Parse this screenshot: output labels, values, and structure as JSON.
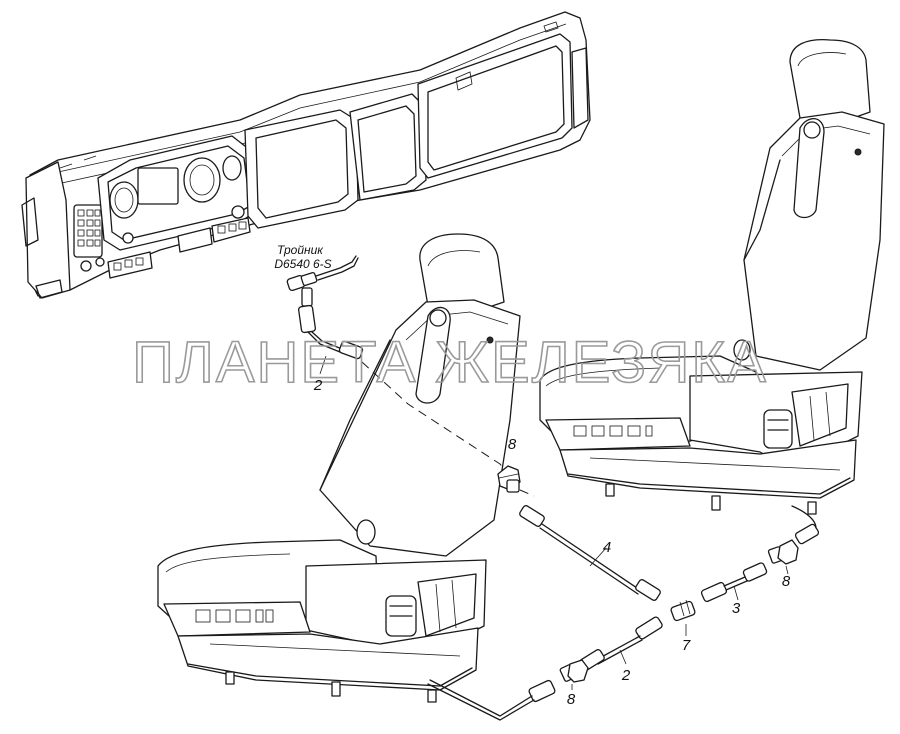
{
  "watermark": "ПЛАНЕТА ЖЕЛЕЗЯКА",
  "tee_note": {
    "line1": "Тройник",
    "line2": "D6540 6-S"
  },
  "callouts": {
    "tube_near_tee": "2",
    "fitting_upper_left": "8",
    "tube_long": "4",
    "fitting_right": "8",
    "tube_right": "3",
    "connector_center": "7",
    "tube_lower": "2",
    "fitting_lower": "8"
  }
}
